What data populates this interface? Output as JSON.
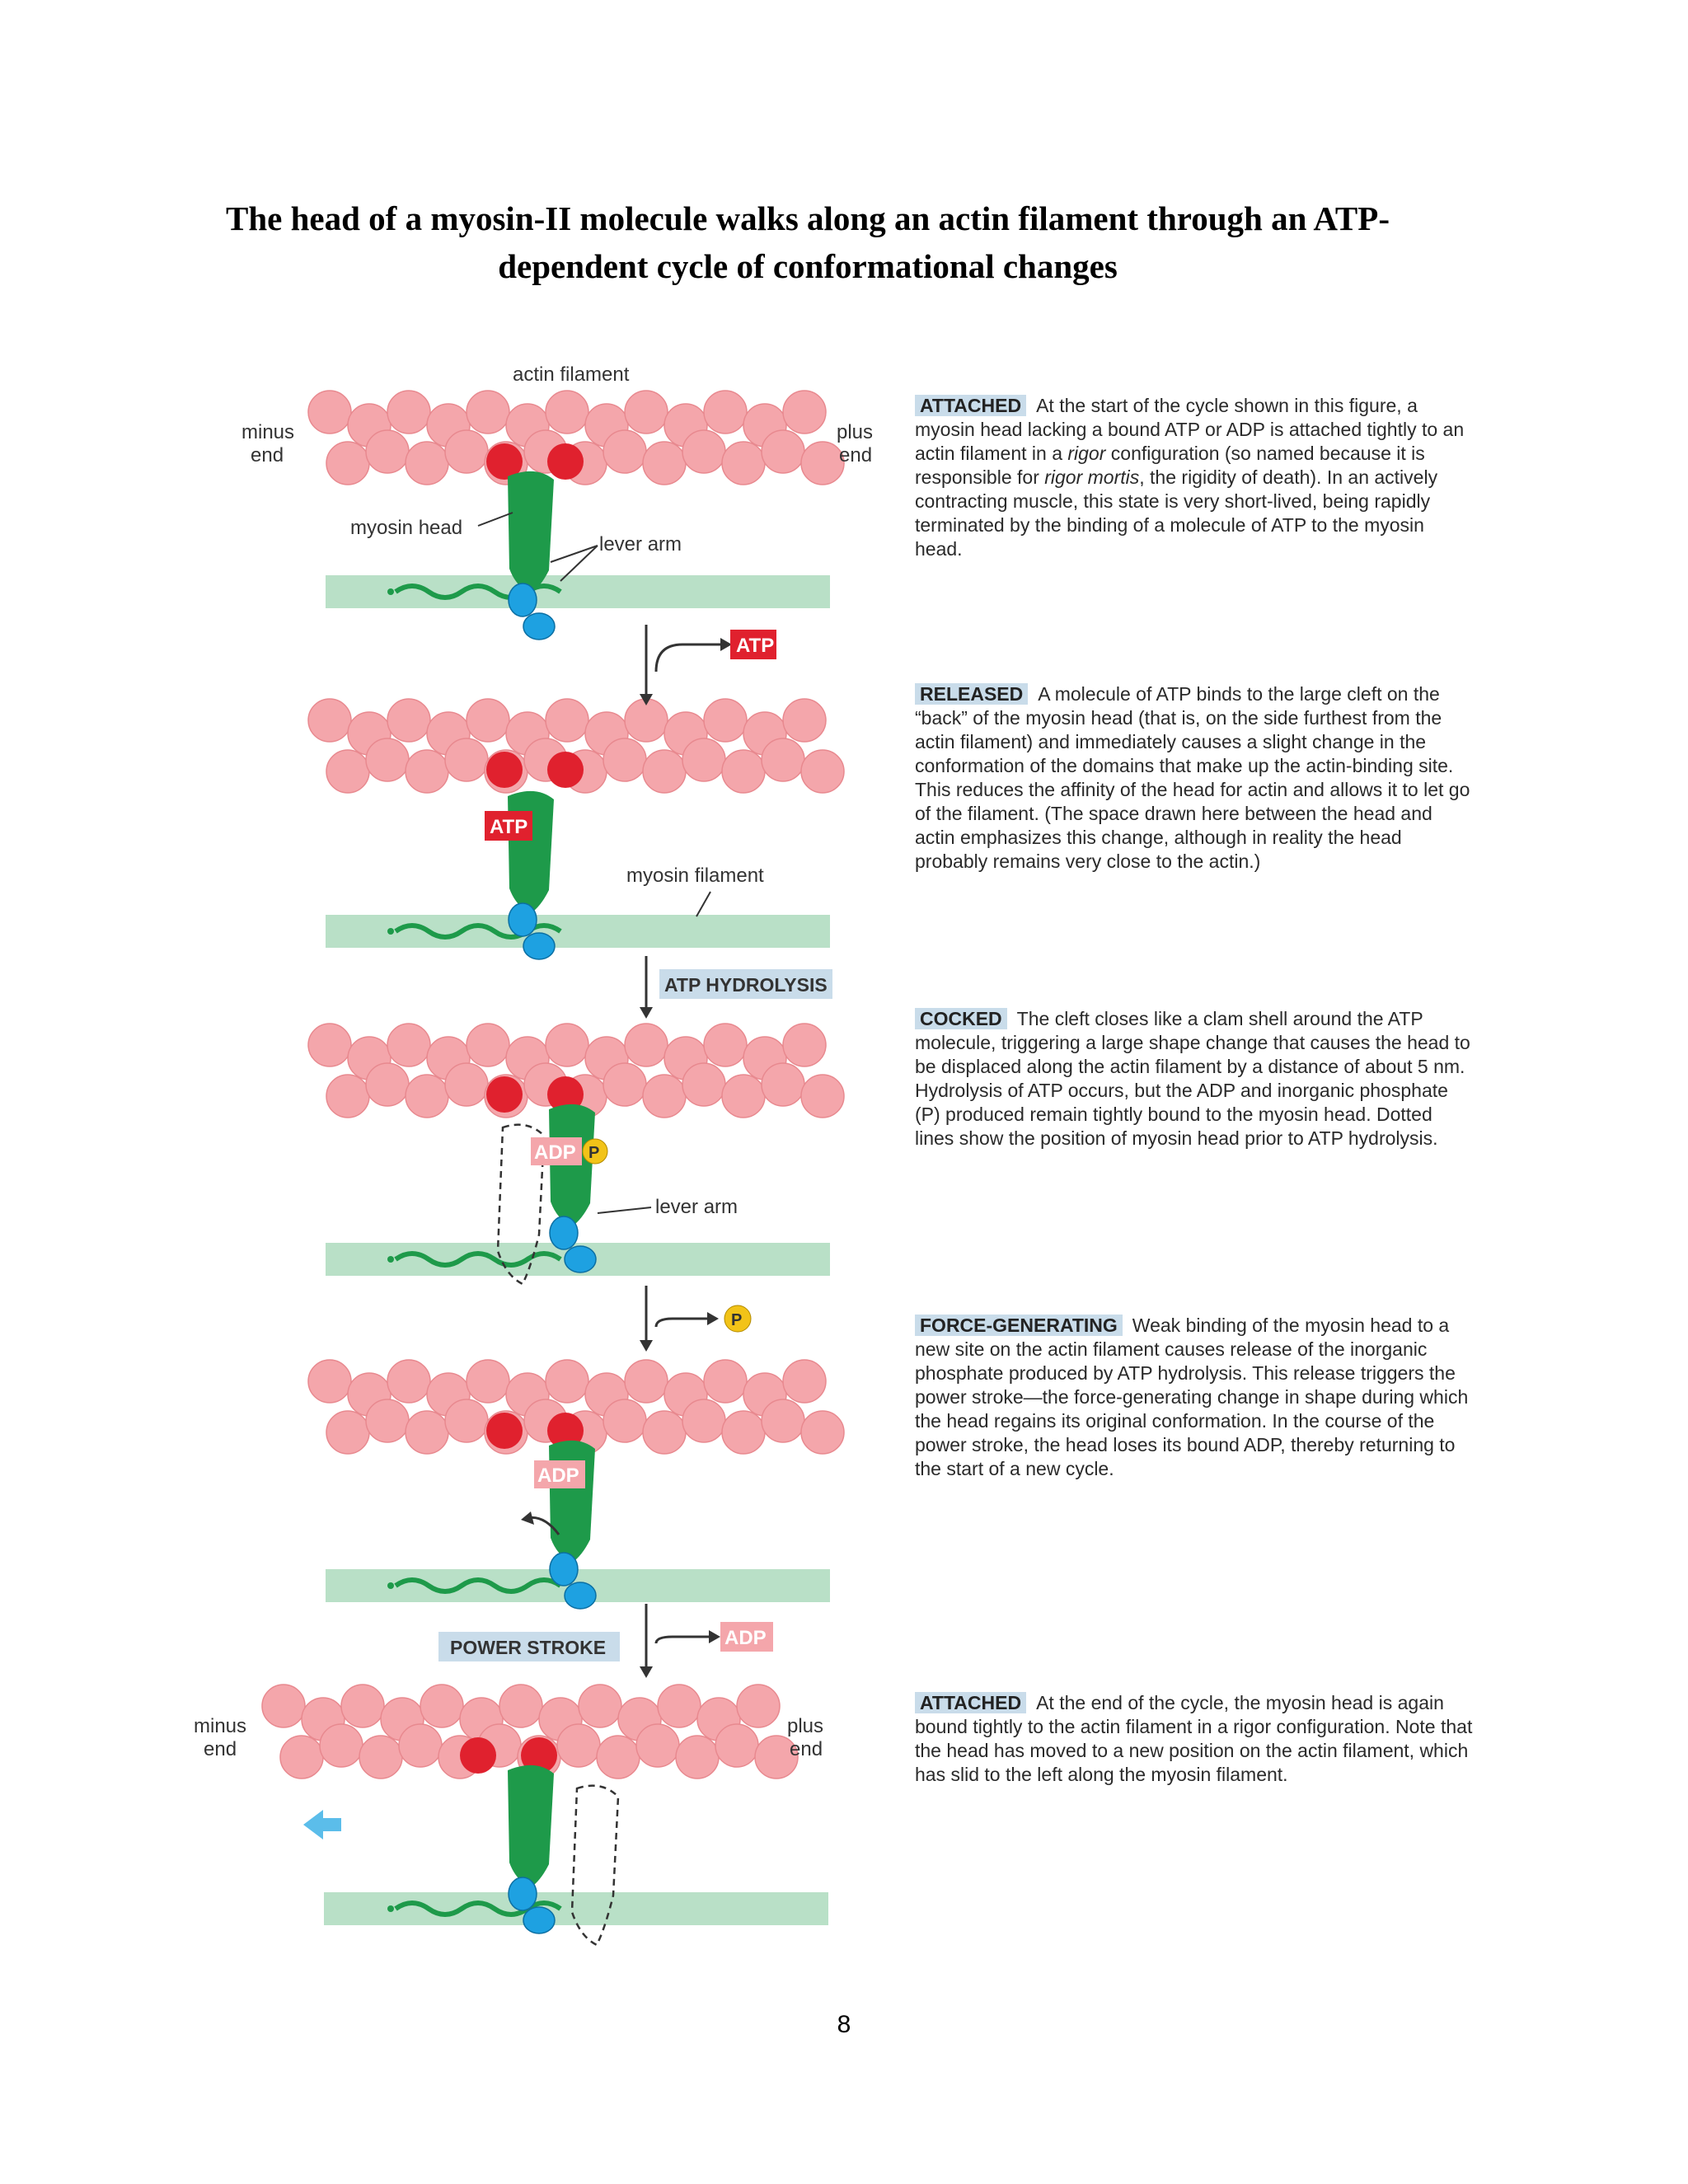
{
  "title": {
    "line1": "The head of a myosin-II molecule walks along an actin filament through an ATP-",
    "line2": "dependent cycle of conformational changes"
  },
  "figure": {
    "labels": {
      "actin_filament": "actin filament",
      "minus": "minus",
      "end": "end",
      "plus": "plus",
      "myosin_head": "myosin head",
      "lever_arm": "lever arm",
      "myosin_filament": "myosin filament",
      "atp": "ATP",
      "adp": "ADP",
      "p": "P",
      "atp_hydrolysis": "ATP HYDROLYSIS",
      "power_stroke": "POWER STROKE"
    }
  },
  "stages": [
    {
      "heading": "ATTACHED",
      "text": "At the start of the cycle shown in this figure, a myosin head lacking a bound ATP or ADP is attached tightly to an actin filament in a ",
      "italic1": "rigor",
      "text2": " configuration (so named because it is responsible for ",
      "italic2": "rigor mortis",
      "text3": ", the rigidity of death). In an actively contracting muscle, this state is very short-lived, being rapidly terminated by the binding of a molecule of ATP to the myosin head."
    },
    {
      "heading": "RELEASED",
      "text": "A molecule of ATP binds to the large cleft on the “back” of the myosin head (that is, on the side furthest from the actin filament) and immediately causes a slight change in the conformation of the domains that make up the actin-binding site. This reduces the affinity of the head for actin and allows it to let go of the filament. (The space drawn here between the head and actin emphasizes this change, although in reality the head probably remains very close to the actin.)"
    },
    {
      "heading": "COCKED",
      "text": "The cleft closes like a clam shell around the ATP molecule, triggering a large shape change that causes the head to be displaced along the actin filament by a distance of about 5 nm. Hydrolysis of ATP occurs, but the ADP and inorganic phosphate (P) produced remain tightly bound to the myosin head. Dotted lines show the position of myosin head prior to ATP hydrolysis."
    },
    {
      "heading": "FORCE-GENERATING",
      "text": "Weak binding of the myosin head to a new site on the actin filament causes release of the inorganic phosphate produced by ATP hydrolysis. This release triggers the power stroke—the force-generating change in shape during which the head regains its original conformation. In the course of the power stroke, the head loses its bound ADP, thereby returning to the start of a new cycle."
    },
    {
      "heading": "ATTACHED",
      "text": "At the end of the cycle, the myosin head is again bound tightly to the actin filament in a rigor configuration. Note that the head has moved to a new position on the actin filament, which has slid to the left along the myosin filament."
    }
  ],
  "page_number": "8",
  "colors": {
    "actin": "#f4a6ab",
    "actin_dark": "#e8898f",
    "binding_site": "#e0212e",
    "myosin_head": "#1e9a4a",
    "lever_arm": "#1ea1e1",
    "myosin_filament": "#b9e0c7",
    "filament_line": "#1e9a4a",
    "tag_red": "#e0212e",
    "tag_blue": "#c9dcea",
    "phosphate": "#f2c318"
  }
}
